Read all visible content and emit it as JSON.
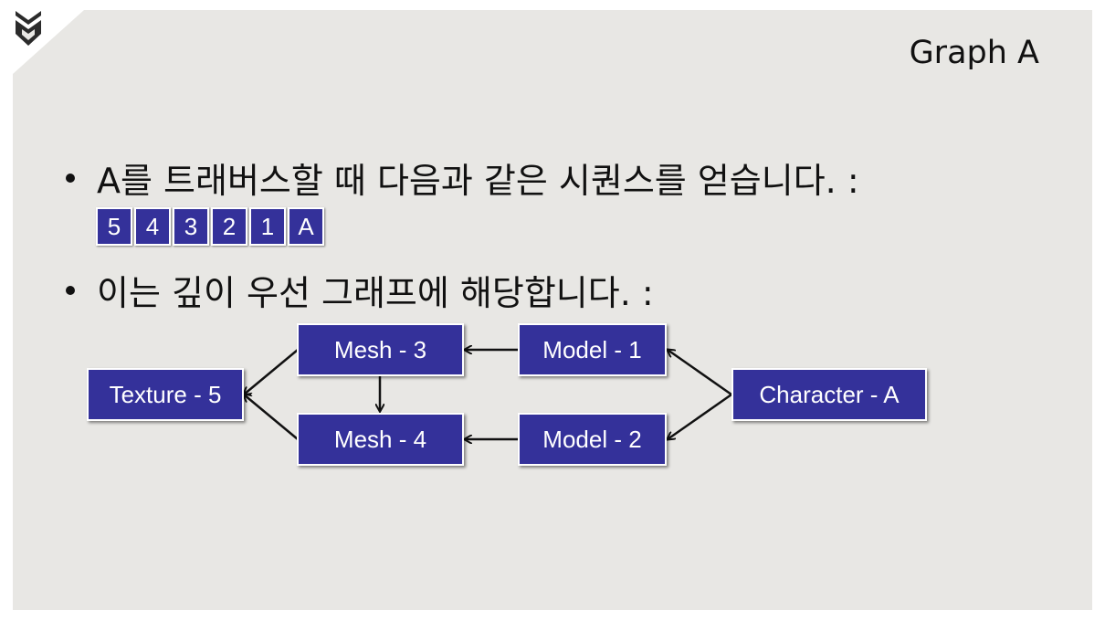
{
  "slide": {
    "title": "Graph A",
    "bullets": [
      "A를 트래버스할 때 다음과 같은 시퀀스를 얻습니다. :",
      "이는 깊이 우선 그래프에 해당합니다. :"
    ],
    "sequence": [
      "5",
      "4",
      "3",
      "2",
      "1",
      "A"
    ]
  },
  "diagram": {
    "nodes": {
      "texture_5": "Texture - 5",
      "mesh_3": "Mesh - 3",
      "mesh_4": "Mesh - 4",
      "model_1": "Model - 1",
      "model_2": "Model - 2",
      "character_a": "Character - A"
    },
    "edges": [
      {
        "from": "character_a",
        "to": "model_1"
      },
      {
        "from": "character_a",
        "to": "model_2"
      },
      {
        "from": "model_1",
        "to": "mesh_3"
      },
      {
        "from": "model_2",
        "to": "mesh_4"
      },
      {
        "from": "mesh_3",
        "to": "mesh_4"
      },
      {
        "from": "mesh_3",
        "to": "texture_5"
      },
      {
        "from": "mesh_4",
        "to": "texture_5"
      }
    ]
  },
  "colors": {
    "node_fill": "#34319a",
    "slide_background": "#e8e7e4",
    "arrow": "#111111"
  }
}
